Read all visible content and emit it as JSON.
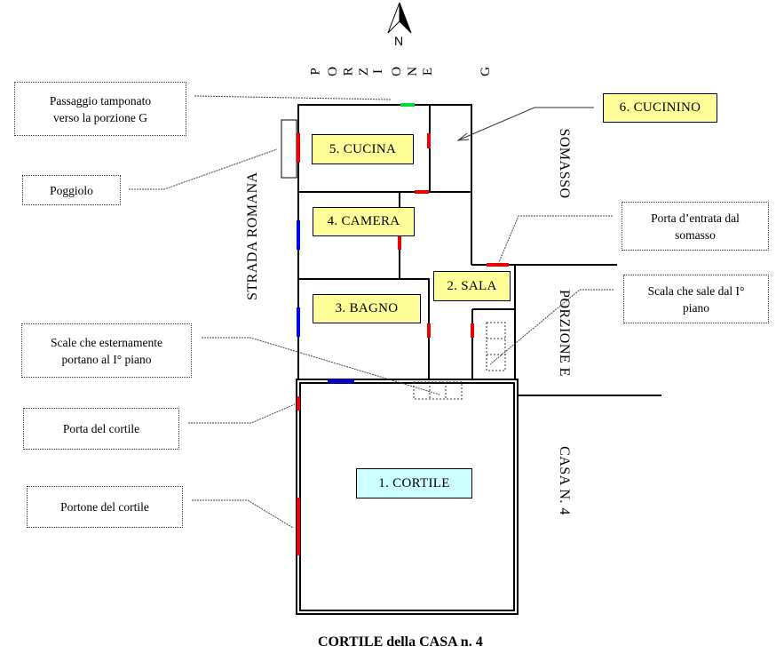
{
  "compass": {
    "label": "N"
  },
  "orientation_labels": {
    "north": "PORZIONE G",
    "north_letters": [
      "P",
      "O",
      "R",
      "Z",
      "I",
      "O",
      "N",
      "E",
      "",
      "G"
    ],
    "west": "STRADA ROMANA",
    "east_top": "SOMASSO",
    "east_middle": "PORZIONE E",
    "east_bottom": "CASA N. 4"
  },
  "rooms": [
    {
      "id": 1,
      "label": "1. CORTILE"
    },
    {
      "id": 2,
      "label": "2. SALA"
    },
    {
      "id": 3,
      "label": "3. BAGNO"
    },
    {
      "id": 4,
      "label": "4. CAMERA"
    },
    {
      "id": 5,
      "label": "5. CUCINA"
    },
    {
      "id": 6,
      "label": "6. CUCININO"
    }
  ],
  "callouts": {
    "passaggio": {
      "line1": "Passaggio tamponato",
      "line2": "verso la porzione G"
    },
    "poggiolo": {
      "line1": "Poggiolo"
    },
    "scale_esterne": {
      "line1": "Scale che esternamente",
      "line2": "portano al I° piano"
    },
    "porta_cortile": {
      "line1": "Porta del cortile"
    },
    "portone_cortile": {
      "line1": "Portone del cortile"
    },
    "porta_entrata": {
      "line1": "Porta d’entrata dal",
      "line2": "somasso"
    },
    "scala_sale": {
      "line1": "Scala che sale dal I°",
      "line2": "piano"
    }
  },
  "legend_colors": {
    "door": "#ff0000",
    "window": "#0000ff",
    "walled_passage": "#00cc33",
    "wall": "#000000"
  },
  "caption": "CORTILE della CASA n. 4"
}
